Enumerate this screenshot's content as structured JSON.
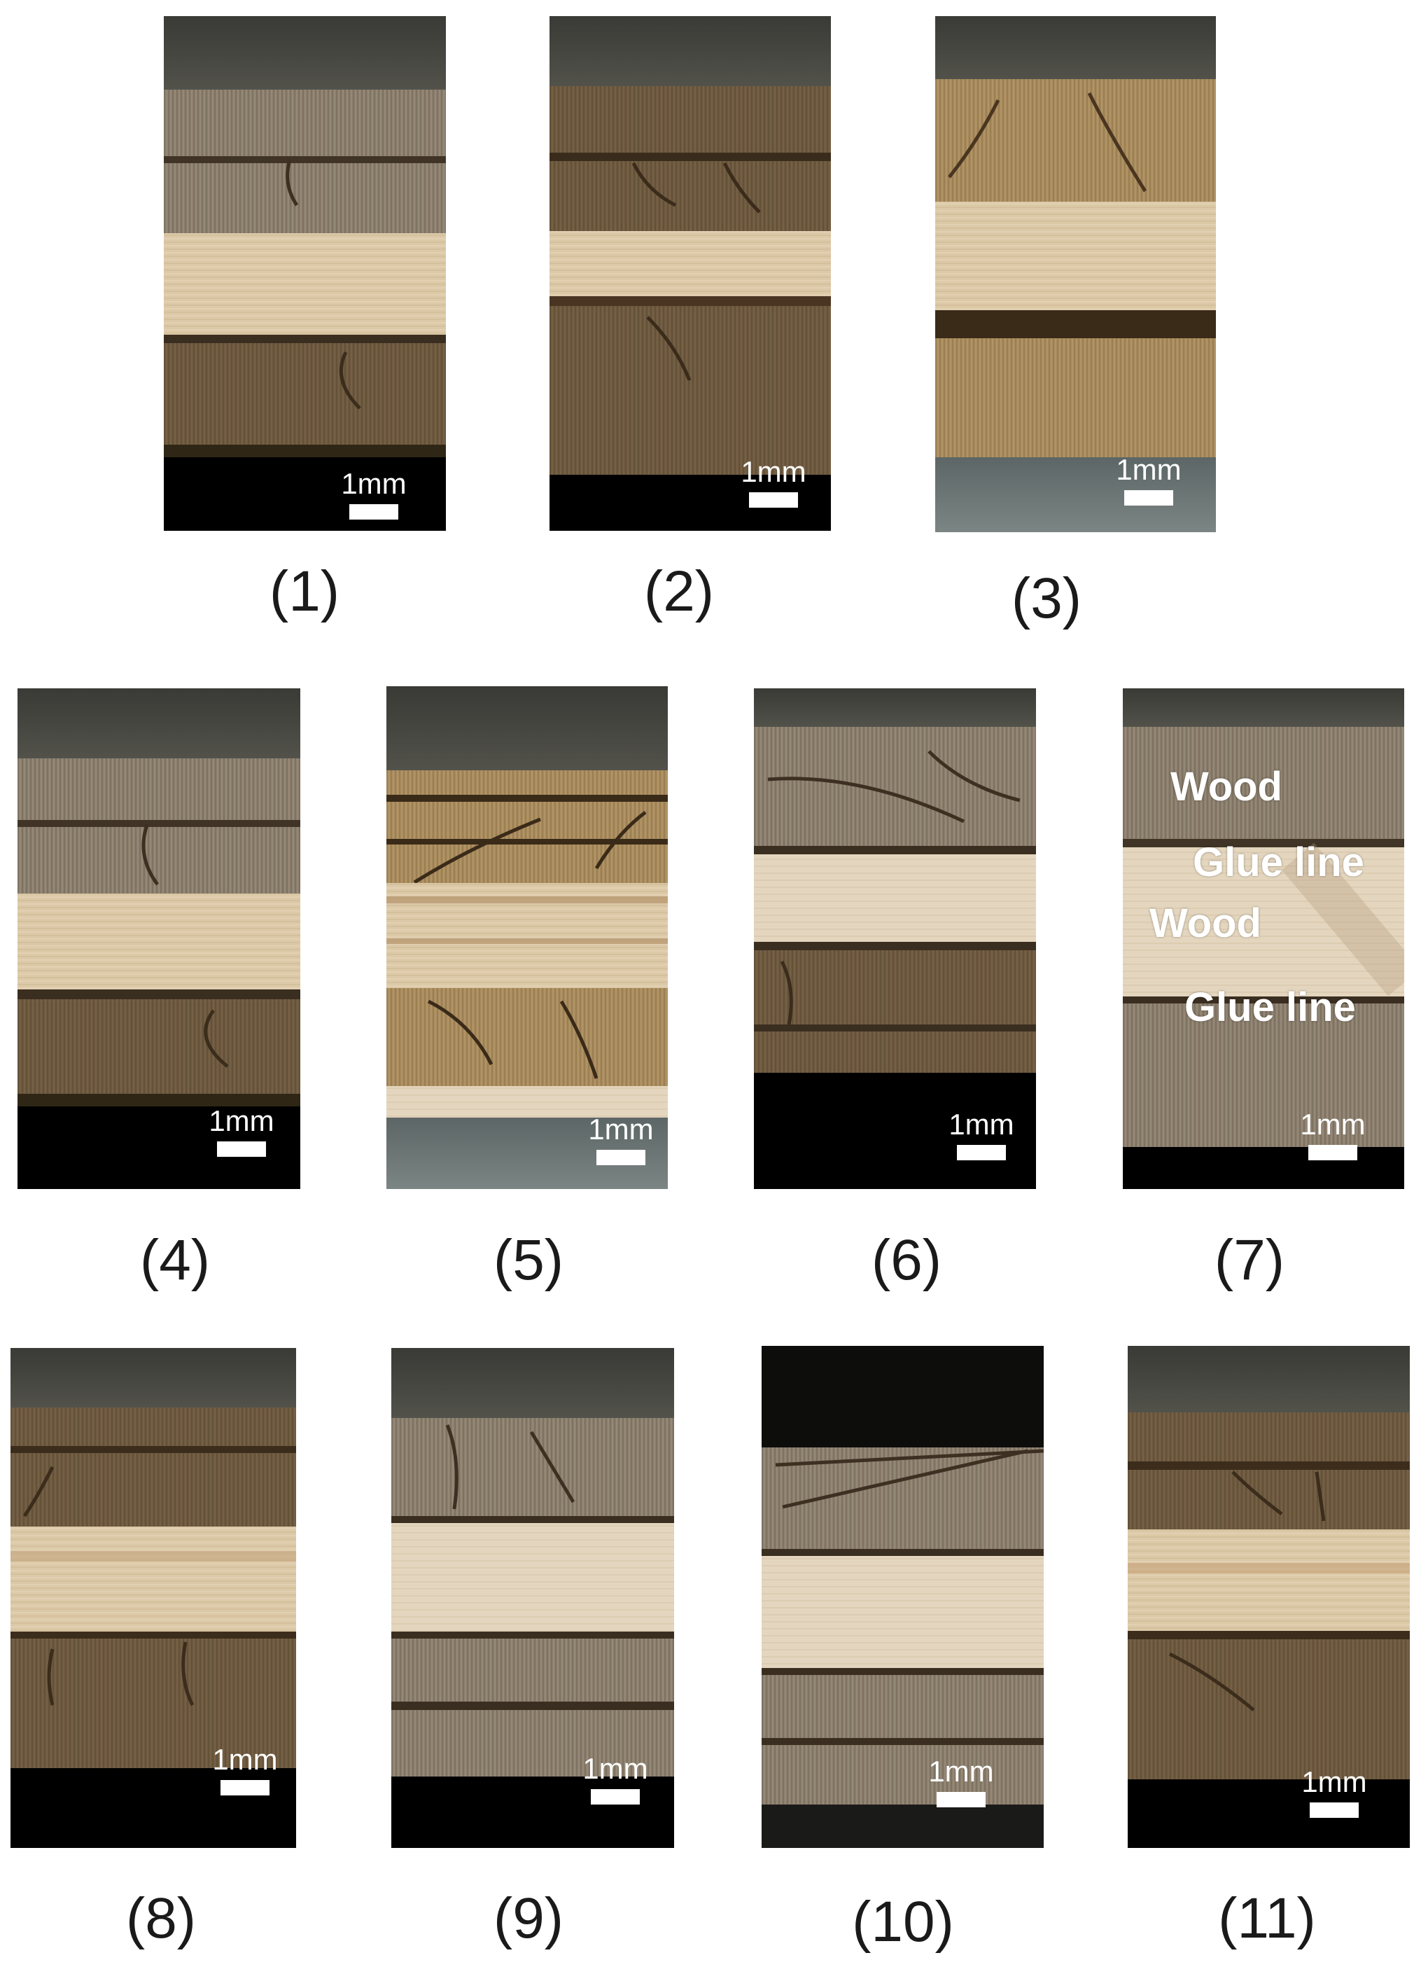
{
  "scale_bar_label": "1mm",
  "panels": [
    {
      "id": "1",
      "caption": "(1)"
    },
    {
      "id": "2",
      "caption": "(2)"
    },
    {
      "id": "3",
      "caption": "(3)"
    },
    {
      "id": "4",
      "caption": "(4)"
    },
    {
      "id": "5",
      "caption": "(5)"
    },
    {
      "id": "6",
      "caption": "(6)"
    },
    {
      "id": "7",
      "caption": "(7)"
    },
    {
      "id": "8",
      "caption": "(8)"
    },
    {
      "id": "9",
      "caption": "(9)"
    },
    {
      "id": "10",
      "caption": "(10)"
    },
    {
      "id": "11",
      "caption": "(11)"
    }
  ],
  "annotations": {
    "wood_top": "Wood",
    "glue_line_top": "Glue line",
    "wood_middle": "Wood",
    "glue_line_bottom": "Glue line"
  },
  "colors": {
    "background_dark": "#2c2c2a",
    "veneer_brown": "#7a6448",
    "veneer_light": "#dcc7a4",
    "glue_line": "#3a2a18"
  }
}
